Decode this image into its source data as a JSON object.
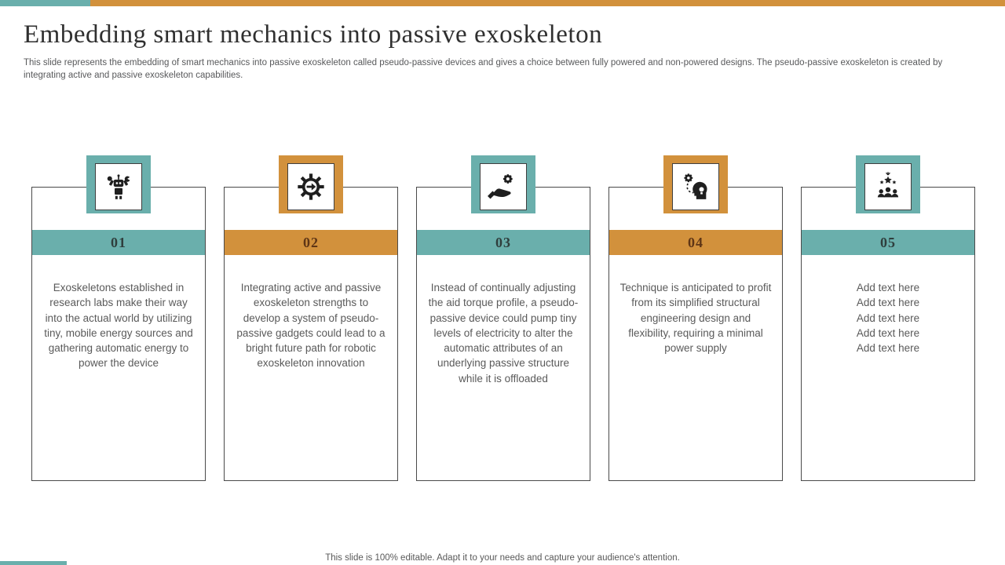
{
  "slide": {
    "title": "Embedding smart mechanics into passive exoskeleton",
    "subtitle": "This slide represents the embedding of smart mechanics into passive exoskeleton called pseudo-passive devices and gives a choice between fully powered and non-powered designs. The pseudo-passive exoskeleton is created by integrating active and passive exoskeleton capabilities.",
    "footer": "This slide is 100% editable. Adapt it to your needs and capture your audience's attention."
  },
  "colors": {
    "teal_accent": "#6aafac",
    "orange_accent": "#d2913c",
    "teal_band_number": "#2f3e3d",
    "orange_band_number": "#5e3516",
    "card_border": "#4a4a4a",
    "body_text": "#5a5a5a",
    "title_text": "#2f2f2f",
    "icon_ink": "#1f1f1f"
  },
  "columns": [
    {
      "number": "01",
      "accent": "teal",
      "icon": "robot-icon",
      "text": "Exoskeletons established in research labs make their way into the actual world by utilizing tiny, mobile energy sources and gathering automatic energy to power the device"
    },
    {
      "number": "02",
      "accent": "orange",
      "icon": "gear-arrow-icon",
      "text": "Integrating active and passive exoskeleton strengths to develop a system of pseudo-passive gadgets could lead to a bright future path for robotic exoskeleton innovation"
    },
    {
      "number": "03",
      "accent": "teal",
      "icon": "hand-gear-icon",
      "text": "Instead of continually adjusting the aid torque profile, a pseudo-passive device could pump tiny levels of electricity to alter the automatic attributes of an underlying passive structure while it is offloaded"
    },
    {
      "number": "04",
      "accent": "orange",
      "icon": "gear-head-idea-icon",
      "text": "Technique is anticipated to profit from its simplified structural engineering design and flexibility, requiring a minimal power supply"
    },
    {
      "number": "05",
      "accent": "teal",
      "icon": "team-star-icon",
      "text": "Add text here\nAdd text here\nAdd text here\nAdd text here\nAdd text here"
    }
  ]
}
